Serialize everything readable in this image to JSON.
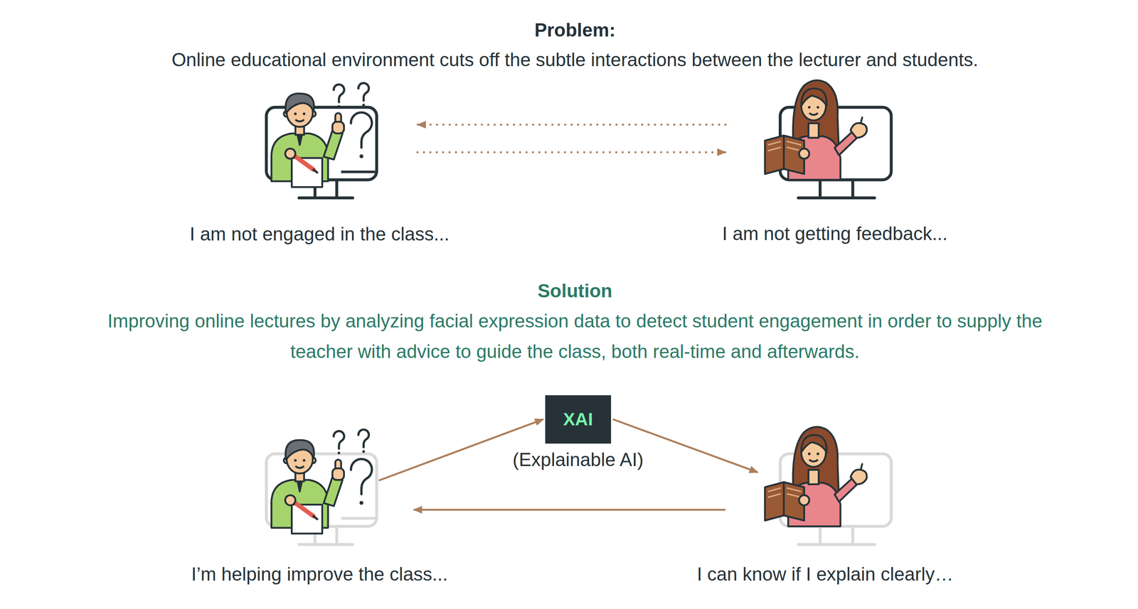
{
  "diagram": {
    "nodes": [
      {
        "text": [
          "I am not engaged in the class..."
        ]
      },
      {
        "text": [
          "I am not getting feedback..."
        ]
      },
      {
        "text": [
          "I’m helping improve the class..."
        ]
      },
      {
        "text": [
          "XAI",
          "(Explainable AI)"
        ]
      },
      {
        "text": [
          "I can know if I explain clearly…"
        ]
      }
    ],
    "edges": [
      {
        "from": 1,
        "to": 0,
        "arrow": "to"
      },
      {
        "from": 0,
        "to": 1,
        "arrow": "to"
      },
      {
        "from": 2,
        "to": 3,
        "arrow": "to"
      },
      {
        "from": 3,
        "to": 4,
        "arrow": "to"
      },
      {
        "from": 4,
        "to": 2,
        "arrow": "to"
      }
    ],
    "labels": [
      "Problem:",
      "Online educational environment cuts off the subtle interactions between the lecturer and students.",
      "Solution",
      "Improving online lectures by analyzing facial expression data to detect student engagement in order to supply the teacher with advice to guide the class, both real-time and afterwards."
    ]
  }
}
